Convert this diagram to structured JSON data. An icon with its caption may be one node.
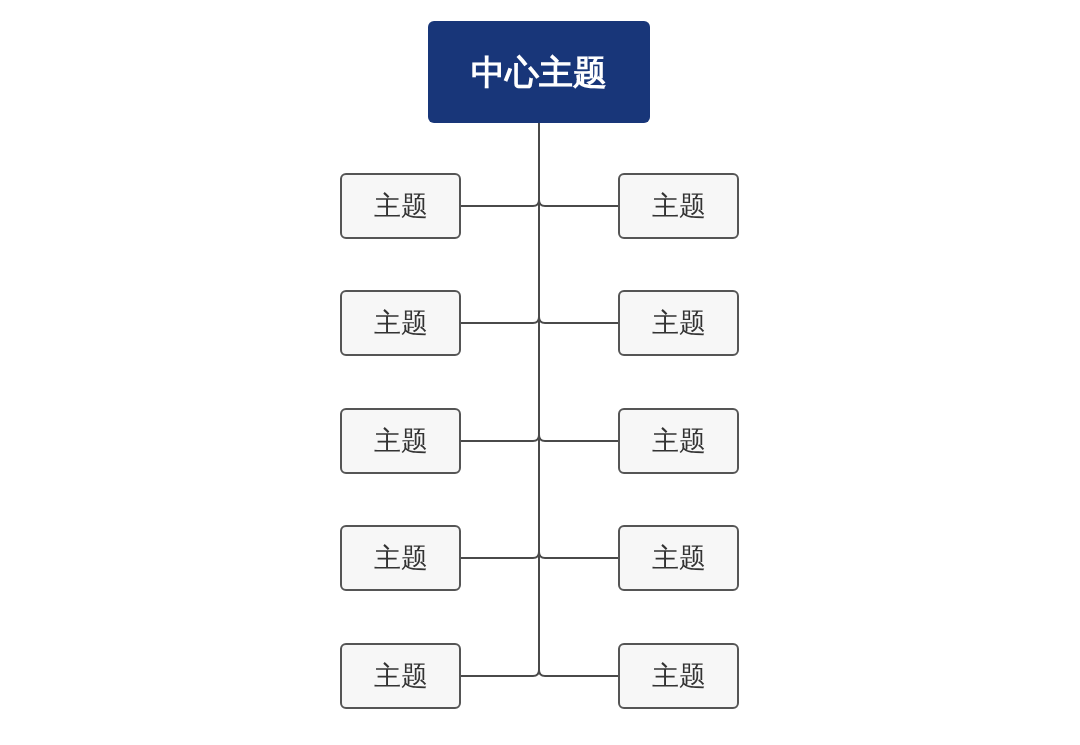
{
  "diagram": {
    "nodes": [
      {
        "text": [
          "中心主题"
        ]
      },
      {
        "text": [
          "主题"
        ]
      },
      {
        "text": [
          "主题"
        ]
      },
      {
        "text": [
          "主题"
        ]
      },
      {
        "text": [
          "主题"
        ]
      },
      {
        "text": [
          "主题"
        ]
      },
      {
        "text": [
          "主题"
        ]
      },
      {
        "text": [
          "主题"
        ]
      },
      {
        "text": [
          "主题"
        ]
      },
      {
        "text": [
          "主题"
        ]
      },
      {
        "text": [
          "主题"
        ]
      }
    ],
    "edges": [
      {
        "from": 0,
        "to": 1,
        "arrow": "none"
      },
      {
        "from": 0,
        "to": 2,
        "arrow": "none"
      },
      {
        "from": 0,
        "to": 3,
        "arrow": "none"
      },
      {
        "from": 0,
        "to": 4,
        "arrow": "none"
      },
      {
        "from": 0,
        "to": 5,
        "arrow": "none"
      },
      {
        "from": 0,
        "to": 6,
        "arrow": "none"
      },
      {
        "from": 0,
        "to": 7,
        "arrow": "none"
      },
      {
        "from": 0,
        "to": 8,
        "arrow": "none"
      },
      {
        "from": 0,
        "to": 9,
        "arrow": "none"
      },
      {
        "from": 0,
        "to": 10,
        "arrow": "none"
      }
    ]
  }
}
